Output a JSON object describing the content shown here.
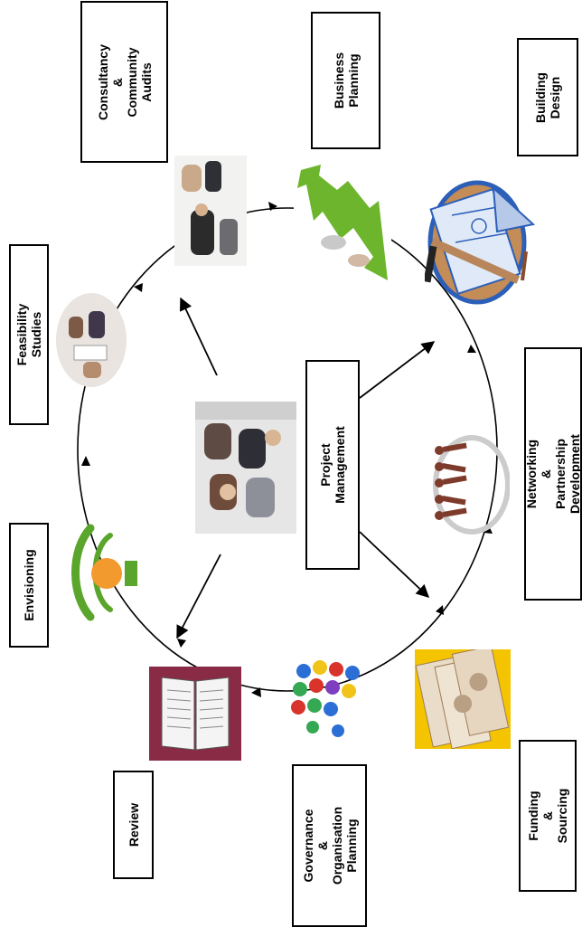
{
  "labels": {
    "consultancy": "Consultancy &\nCommunity\nAudits",
    "business_planning": "Business\nPlanning",
    "building_design": "Building\nDesign",
    "feasibility": "Feasibility Studies",
    "project_management": "Project Management",
    "networking": "Networking & Partnership\nDevelopment",
    "envisioning": "Envisioning",
    "review": "Review",
    "governance": "Governance &\nOrganisation\nPlanning",
    "funding": "Funding &\nSourcing"
  },
  "colors": {
    "ring": "#000000",
    "green": "#5aa52b",
    "orange": "#f29a2e",
    "book": "#8a2b45",
    "money_bg": "#f5c400",
    "plan_blue": "#2c5fb8",
    "plan_tan": "#c48c56"
  },
  "icons": [
    "meeting-photo-icon",
    "growth-arrow-icon",
    "building-plan-icon",
    "feasibility-photo-icon",
    "project-team-photo-icon",
    "network-people-icon",
    "envision-eye-icon",
    "open-book-icon",
    "pushpins-icon",
    "banknotes-icon"
  ]
}
